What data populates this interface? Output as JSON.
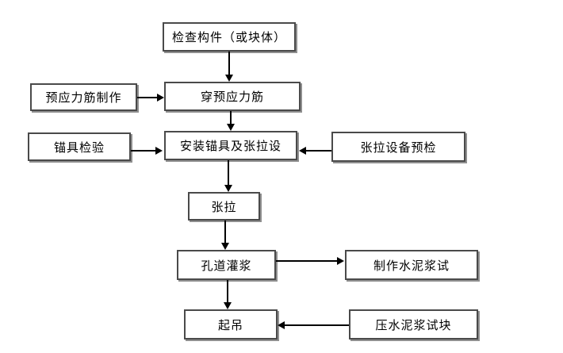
{
  "diagram": {
    "type": "flowchart",
    "background_color": "#ffffff",
    "box_border_color": "#4a4a4a",
    "box_shadow_color": "#8f8f8f",
    "arrow_color": "#000000",
    "nodes": [
      {
        "id": "check-component",
        "label": "检查构件（或块体）"
      },
      {
        "id": "tendon-production",
        "label": "预应力筋制作"
      },
      {
        "id": "thread-tendon",
        "label": "穿预应力筋"
      },
      {
        "id": "anchorage-inspection",
        "label": "锚具检验"
      },
      {
        "id": "install-anchorage-tension-equip",
        "label": "安装锚具及张拉设"
      },
      {
        "id": "tension-equipment-precheck",
        "label": "张拉设备预检"
      },
      {
        "id": "tensioning",
        "label": "张拉"
      },
      {
        "id": "duct-grouting",
        "label": "孔道灌浆"
      },
      {
        "id": "make-cement-slurry-test",
        "label": "制作水泥浆试"
      },
      {
        "id": "lifting",
        "label": "起吊"
      },
      {
        "id": "press-cement-slurry-test-block",
        "label": "压水泥浆试块"
      }
    ],
    "edges": [
      {
        "from": "check-component",
        "to": "thread-tendon",
        "direction": "down"
      },
      {
        "from": "tendon-production",
        "to": "thread-tendon",
        "direction": "right"
      },
      {
        "from": "thread-tendon",
        "to": "install-anchorage-tension-equip",
        "direction": "down"
      },
      {
        "from": "anchorage-inspection",
        "to": "install-anchorage-tension-equip",
        "direction": "right"
      },
      {
        "from": "tension-equipment-precheck",
        "to": "install-anchorage-tension-equip",
        "direction": "left"
      },
      {
        "from": "install-anchorage-tension-equip",
        "to": "tensioning",
        "direction": "down"
      },
      {
        "from": "tensioning",
        "to": "duct-grouting",
        "direction": "down"
      },
      {
        "from": "duct-grouting",
        "to": "make-cement-slurry-test",
        "direction": "right"
      },
      {
        "from": "duct-grouting",
        "to": "lifting",
        "direction": "down"
      },
      {
        "from": "press-cement-slurry-test-block",
        "to": "lifting",
        "direction": "left"
      }
    ]
  }
}
